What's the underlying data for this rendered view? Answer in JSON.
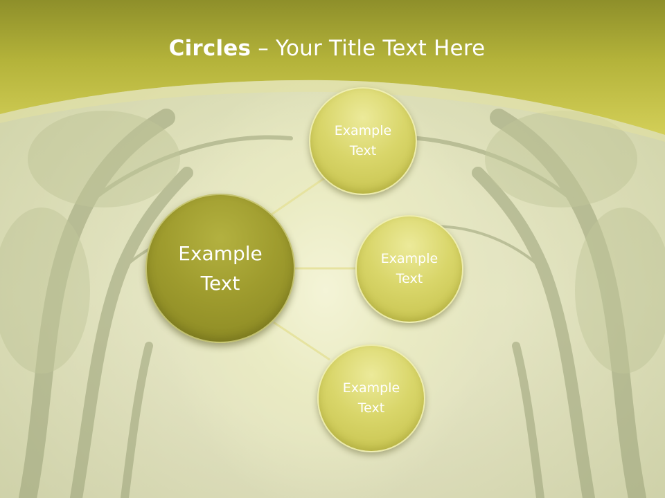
{
  "slide": {
    "title_bold": "Circles",
    "title_rest": " – Your Title Text Here"
  },
  "diagram": {
    "center": {
      "label": "Example\nText"
    },
    "satellites": [
      {
        "label": "Example\nText"
      },
      {
        "label": "Example\nText"
      },
      {
        "label": "Example\nText"
      }
    ]
  },
  "colors": {
    "header": "#c9c64a",
    "center_circle": "#9f9c2e",
    "satellite_circle": "#d9d66a",
    "connector": "#e6e3a0",
    "text": "#ffffff"
  }
}
